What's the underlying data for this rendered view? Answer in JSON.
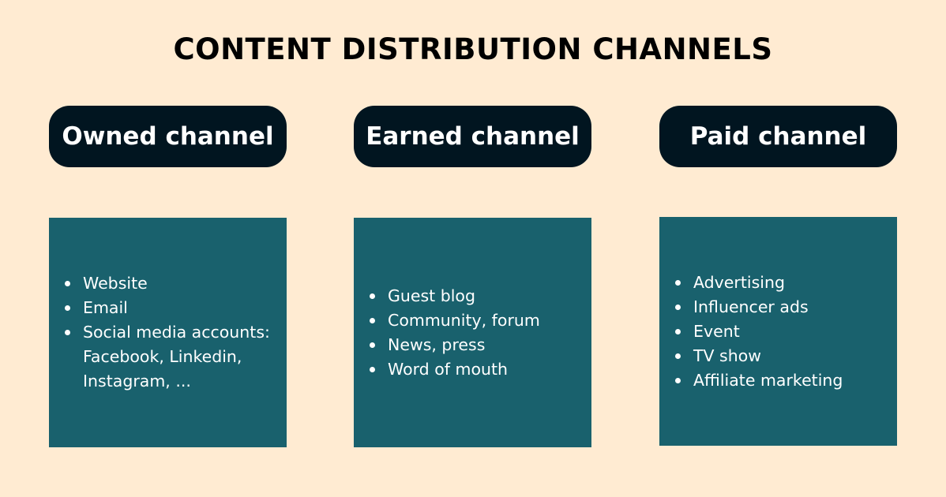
{
  "title": "CONTENT DISTRIBUTION CHANNELS",
  "columns": [
    {
      "heading": "Owned channel",
      "items": [
        "Website",
        "Email",
        "Social media accounts:\nFacebook, Linkedin,\nInstagram, ..."
      ]
    },
    {
      "heading": "Earned channel",
      "items": [
        "Guest blog",
        "Community, forum",
        "News, press",
        "Word of mouth"
      ]
    },
    {
      "heading": "Paid channel",
      "items": [
        "Advertising",
        "Influencer ads",
        "Event",
        "TV show",
        "Affiliate marketing"
      ]
    }
  ],
  "colors": {
    "background": "#ffebd2",
    "pill": "#011520",
    "box": "#19616d",
    "text_light": "#ffffff",
    "text_dark": "#000000"
  }
}
